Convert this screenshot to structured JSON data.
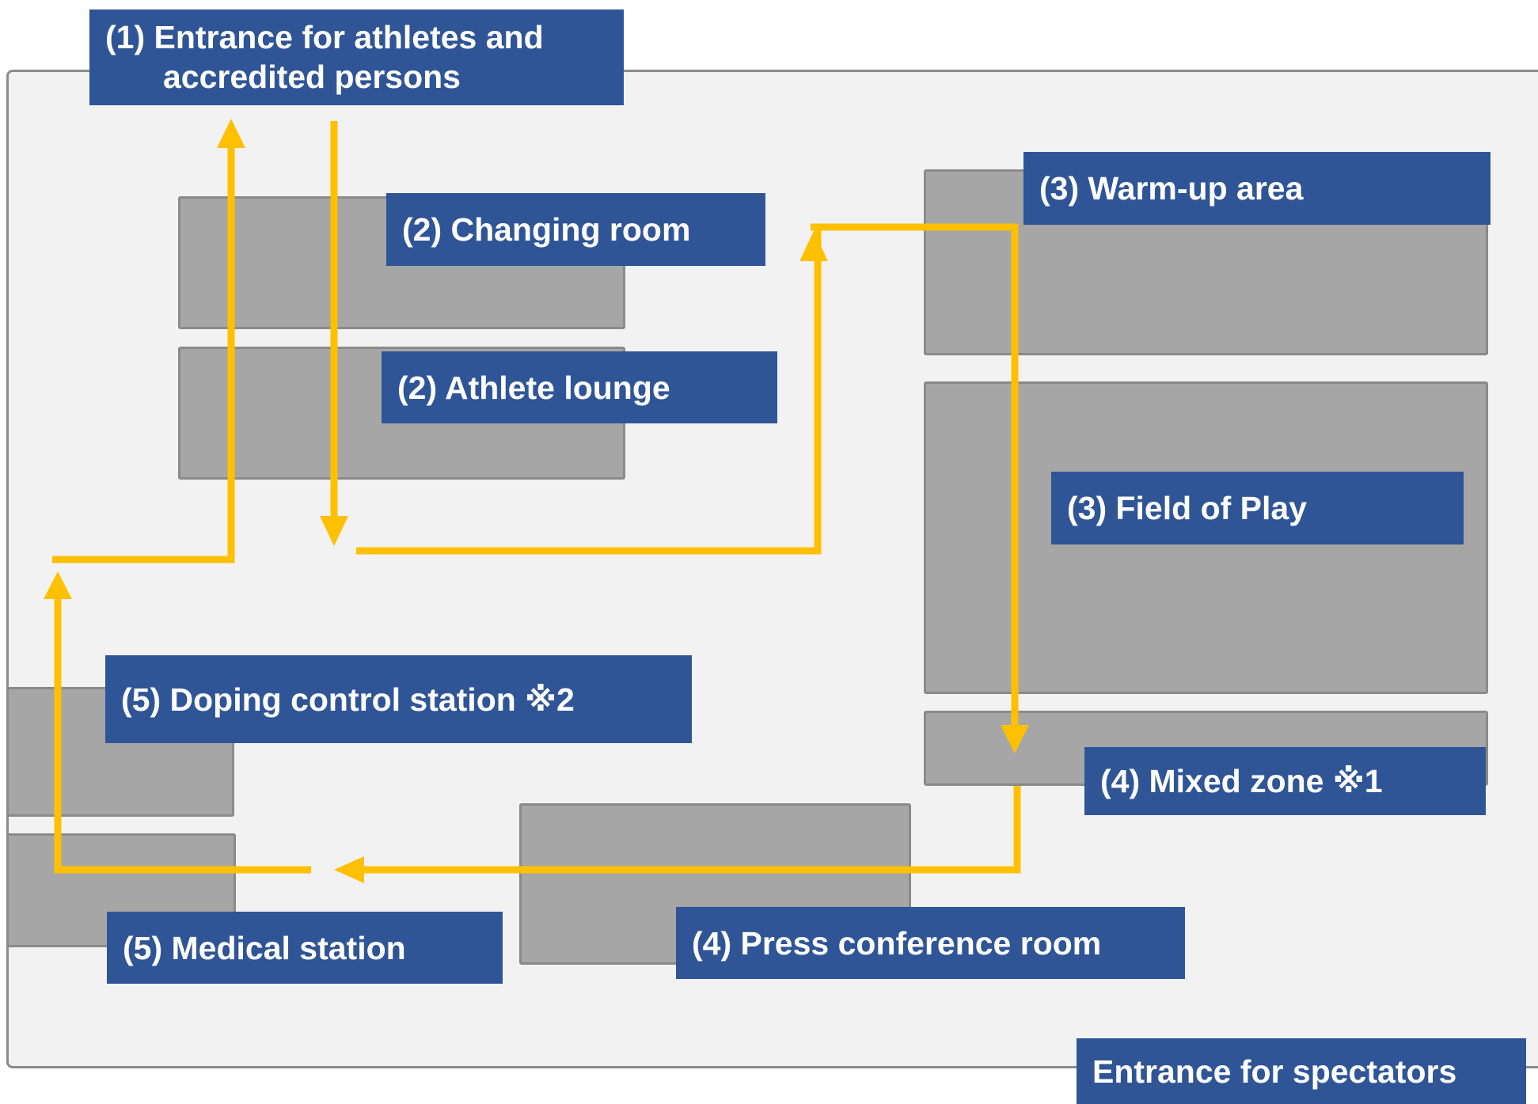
{
  "labels": {
    "entrance_athletes_line1": "(1) Entrance for athletes  and",
    "entrance_athletes_line2": "accredited persons",
    "changing_room": "(2) Changing room",
    "athlete_lounge": "(2) Athlete lounge",
    "warm_up_area": "(3) Warm-up area",
    "field_of_play": "(3) Field of Play",
    "mixed_zone": "(4) Mixed zone ※1",
    "press_conference_room": "(4) Press conference room",
    "doping_control_station": "(5) Doping control station ※2",
    "medical_station": "(5) Medical station",
    "entrance_spectators": "Entrance for spectators"
  },
  "colors": {
    "label_fill": "#2f5597",
    "room_fill": "#a6a6a6",
    "venue_fill": "#f2f2f2",
    "flow_arrow": "#ffc000"
  }
}
